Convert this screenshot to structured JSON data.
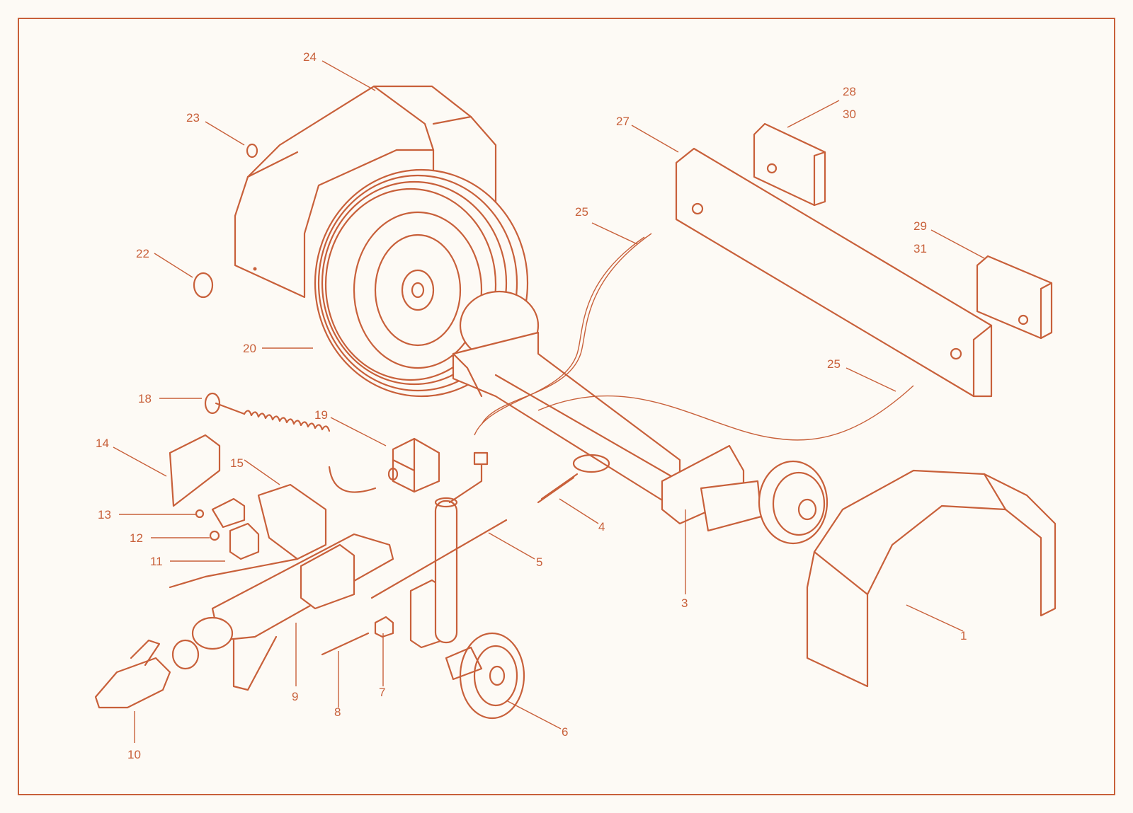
{
  "diagram": {
    "frame_color": "#c8603a",
    "background": "#fdfaf5",
    "callouts": [
      {
        "id": "c24",
        "label": "24"
      },
      {
        "id": "c23",
        "label": "23"
      },
      {
        "id": "c22",
        "label": "22"
      },
      {
        "id": "c20",
        "label": "20"
      },
      {
        "id": "c18",
        "label": "18"
      },
      {
        "id": "c19",
        "label": "19"
      },
      {
        "id": "c14",
        "label": "14"
      },
      {
        "id": "c15",
        "label": "15"
      },
      {
        "id": "c13",
        "label": "13"
      },
      {
        "id": "c12",
        "label": "12"
      },
      {
        "id": "c11",
        "label": "11"
      },
      {
        "id": "c9",
        "label": "9"
      },
      {
        "id": "c10",
        "label": "10"
      },
      {
        "id": "c8",
        "label": "8"
      },
      {
        "id": "c7",
        "label": "7"
      },
      {
        "id": "c6",
        "label": "6"
      },
      {
        "id": "c5",
        "label": "5"
      },
      {
        "id": "c4",
        "label": "4"
      },
      {
        "id": "c3",
        "label": "3"
      },
      {
        "id": "c1",
        "label": "1"
      },
      {
        "id": "c25a",
        "label": "25"
      },
      {
        "id": "c25b",
        "label": "25"
      },
      {
        "id": "c27",
        "label": "27"
      },
      {
        "id": "c28",
        "label": "28"
      },
      {
        "id": "c30",
        "label": "30"
      },
      {
        "id": "c29",
        "label": "29"
      },
      {
        "id": "c31",
        "label": "31"
      }
    ]
  }
}
